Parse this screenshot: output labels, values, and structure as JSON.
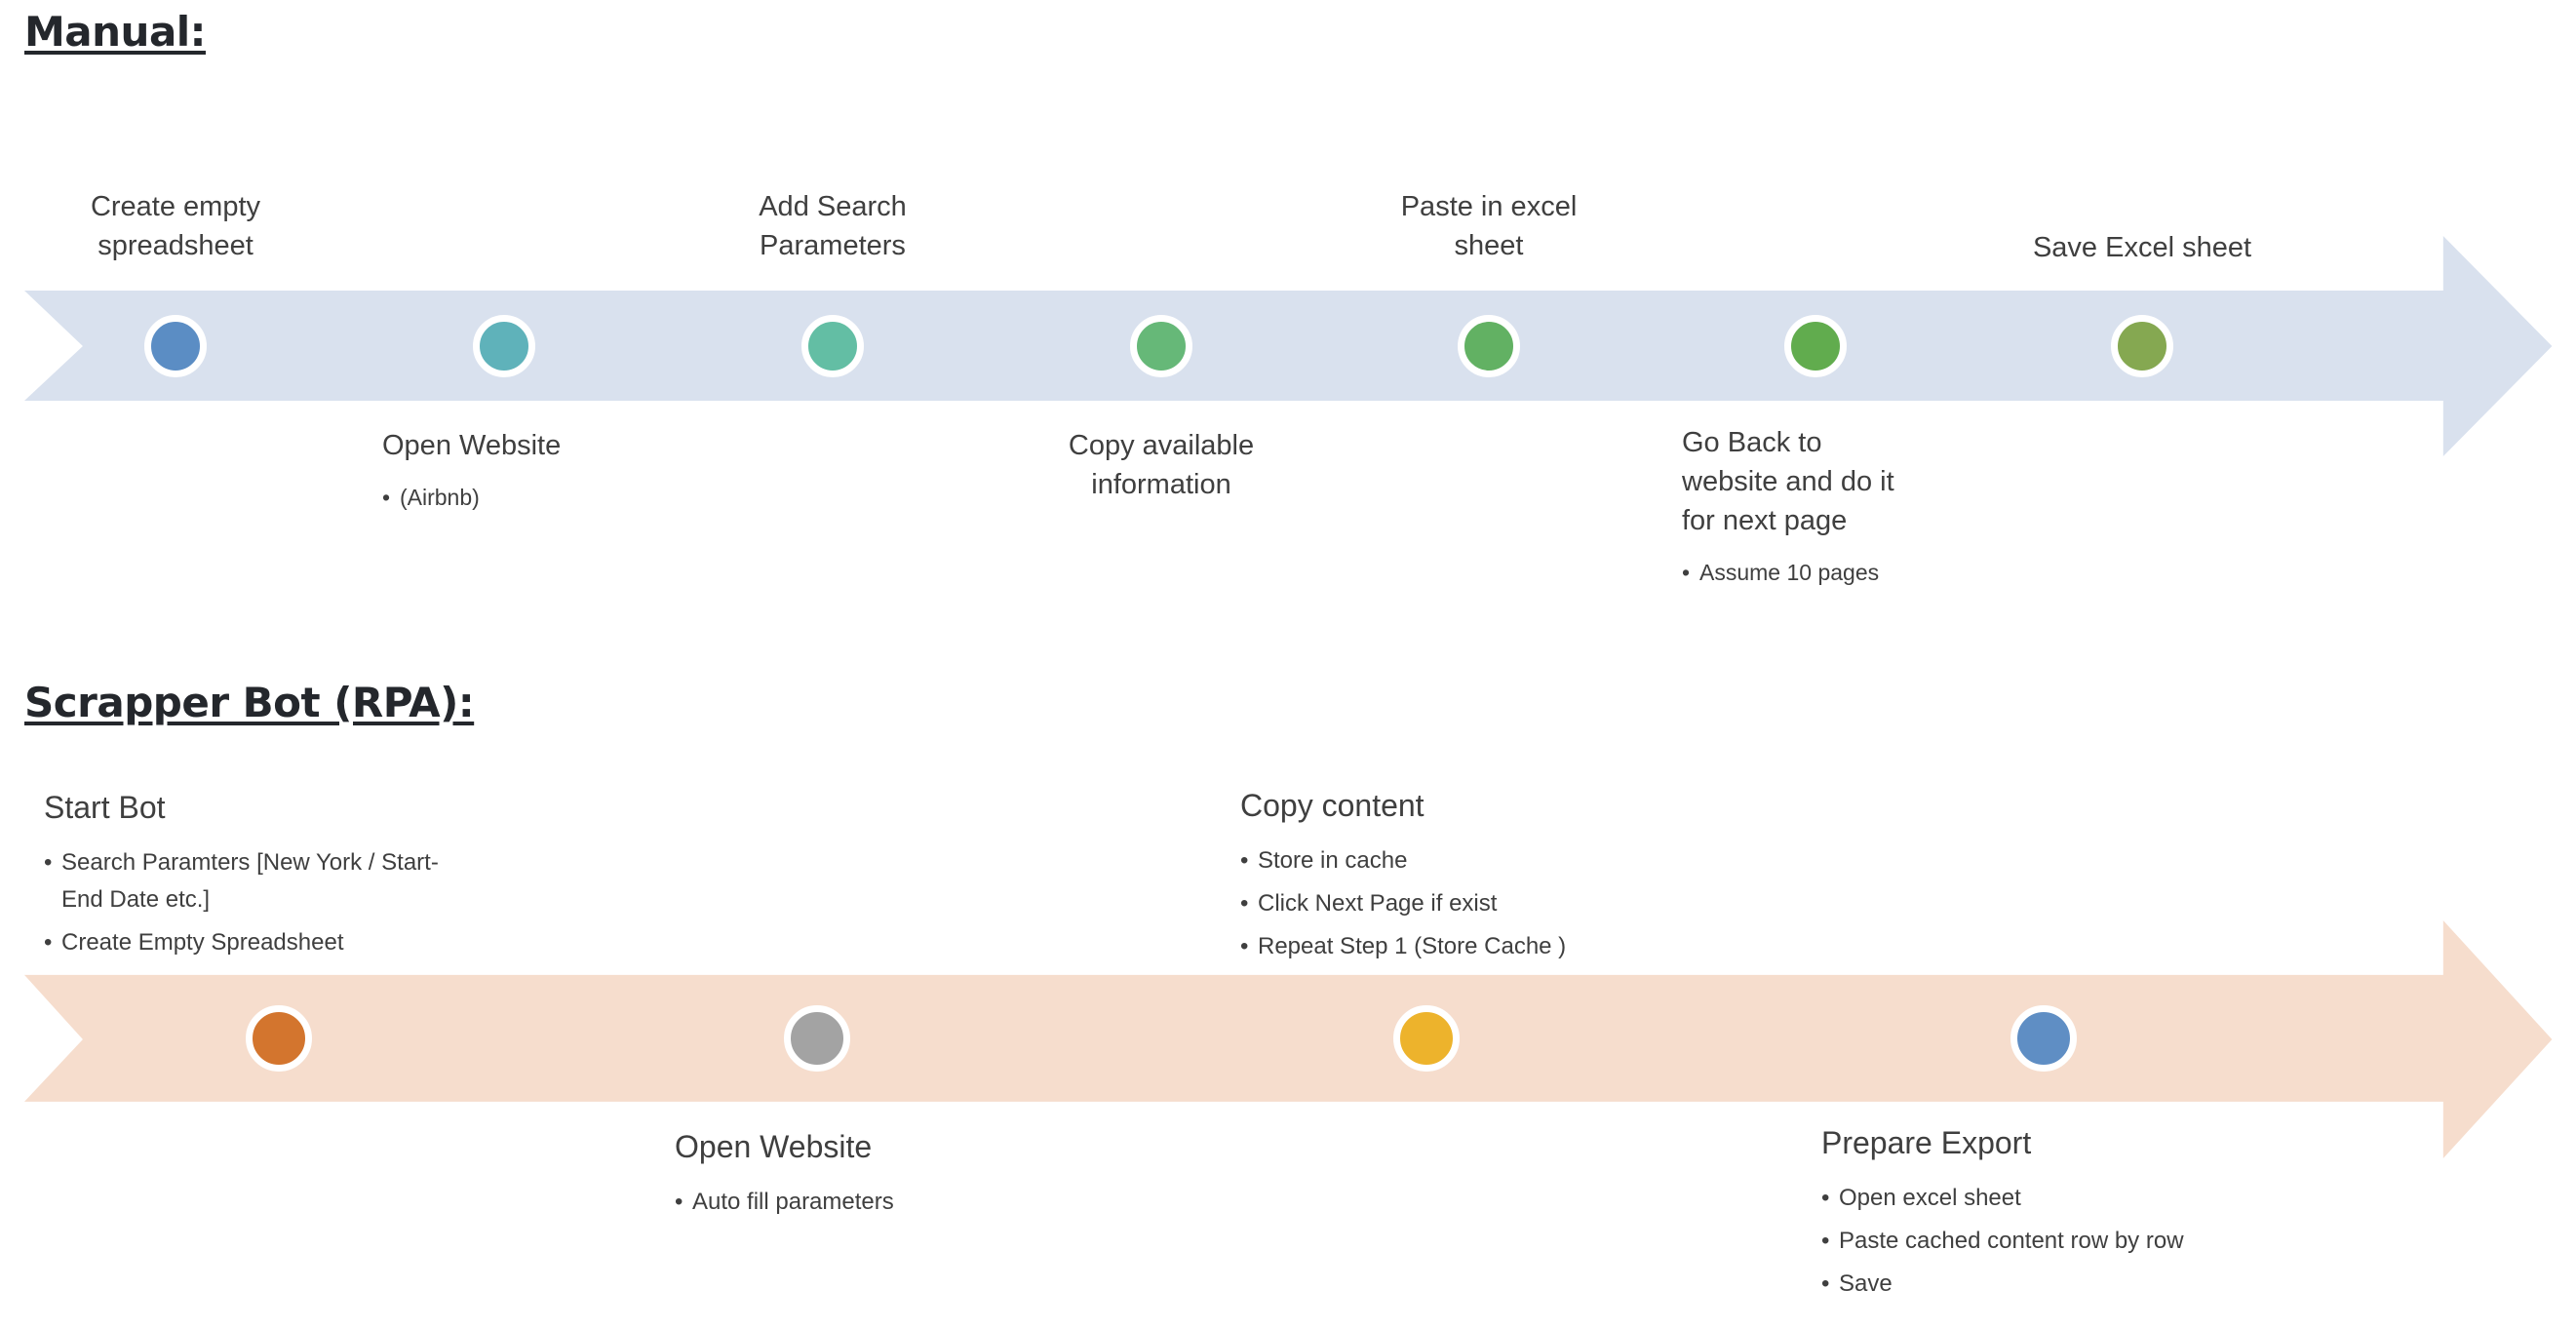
{
  "slide": {
    "background": "#ffffff",
    "text_color": "#3f3f3f",
    "heading_color": "#24272c"
  },
  "manual": {
    "heading": "Manual:",
    "band_color": "#d9e1ee",
    "steps": [
      {
        "title": "Create empty\nspreadsheet",
        "dot_color": "#5b8dc4",
        "bullets": []
      },
      {
        "title": "Open Website",
        "dot_color": "#5fb2ba",
        "bullets": [
          "(Airbnb)"
        ]
      },
      {
        "title": "Add Search\nParameters",
        "dot_color": "#63bea4",
        "bullets": []
      },
      {
        "title": "Copy available\ninformation",
        "dot_color": "#66b878",
        "bullets": []
      },
      {
        "title": "Paste in excel\nsheet",
        "dot_color": "#62b163",
        "bullets": []
      },
      {
        "title": "Go Back to\nwebsite and do it\nfor next page",
        "dot_color": "#61ac4e",
        "bullets": [
          "Assume  10 pages"
        ]
      },
      {
        "title": "Save Excel sheet",
        "dot_color": "#85a851",
        "bullets": []
      }
    ]
  },
  "rpa": {
    "heading": "Scrapper Bot (RPA):",
    "band_color": "#f6ddcd",
    "steps": [
      {
        "title": "Start Bot",
        "dot_color": "#d3752e",
        "bullets": [
          "Search Paramters [New York / Start-\nEnd Date etc.]",
          "Create Empty Spreadsheet"
        ]
      },
      {
        "title": "Open Website",
        "dot_color": "#a3a3a3",
        "bullets": [
          "Auto fill parameters"
        ]
      },
      {
        "title": "Copy content",
        "dot_color": "#edb32c",
        "bullets": [
          "Store in cache",
          "Click Next Page if exist",
          "Repeat Step 1 (Store Cache )"
        ]
      },
      {
        "title": "Prepare Export",
        "dot_color": "#5f8ec4",
        "bullets": [
          "Open excel sheet",
          "Paste cached content row by row",
          "Save"
        ]
      }
    ]
  }
}
